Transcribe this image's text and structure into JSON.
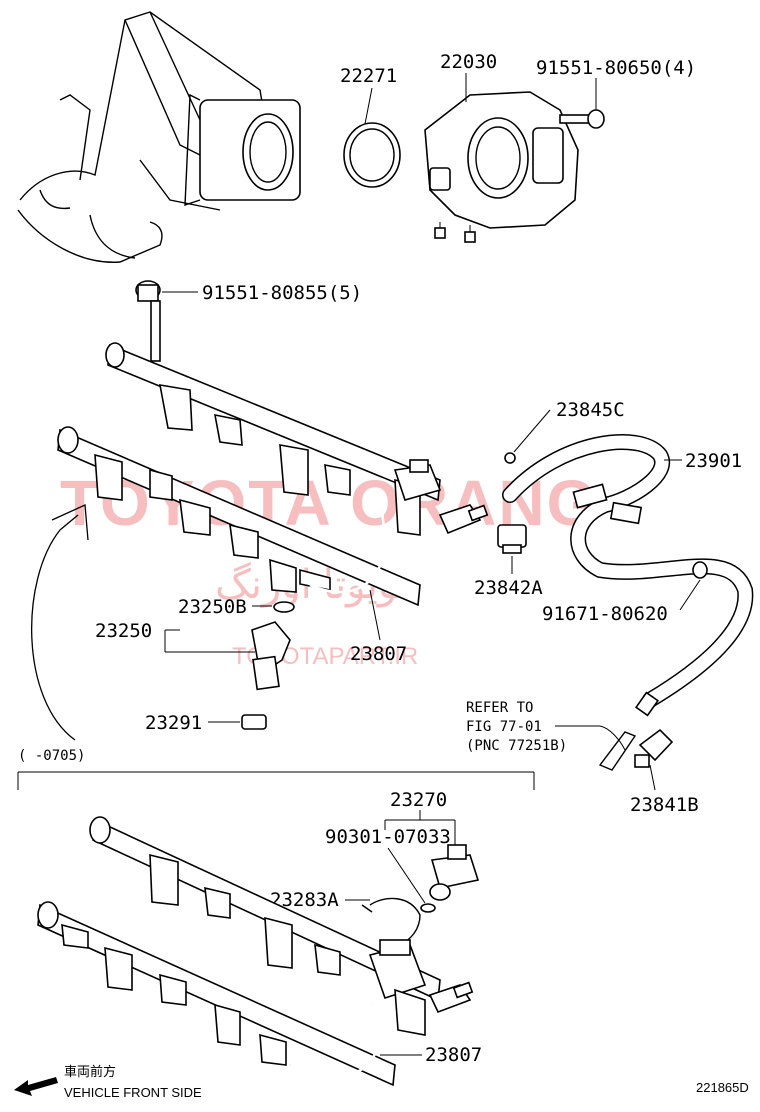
{
  "labels": {
    "throttle_gasket": "22271",
    "throttle_body": "22030",
    "throttle_bolt": "91551-80650(4)",
    "rail_bolt": "91551-80855(5)",
    "clip_upper": "23845C",
    "fuel_hose": "23901",
    "connector_a": "23842A",
    "hose_bolt": "91671-80620",
    "injector_oring": "23250B",
    "injector": "23250",
    "fuel_pipe_upper": "23807",
    "injector_insulator": "23291",
    "connector_b": "23841B",
    "pressure_regulator": "23270",
    "regulator_oring": "90301-07033",
    "regulator_clip": "23283A",
    "fuel_pipe_lower": "23807"
  },
  "refer": {
    "line1": "REFER TO",
    "line2": "FIG 77-01",
    "line3": "(PNC 77251B)"
  },
  "period_note": "(    -0705)",
  "front": {
    "japanese": "車両前方",
    "english": "VEHICLE FRONT SIDE"
  },
  "diagram_code": "221865D",
  "watermark": {
    "brand": "TOYOTA ORANG",
    "persian": "تویوتا اورنگ",
    "site": "TOYOTAPART.IR"
  }
}
